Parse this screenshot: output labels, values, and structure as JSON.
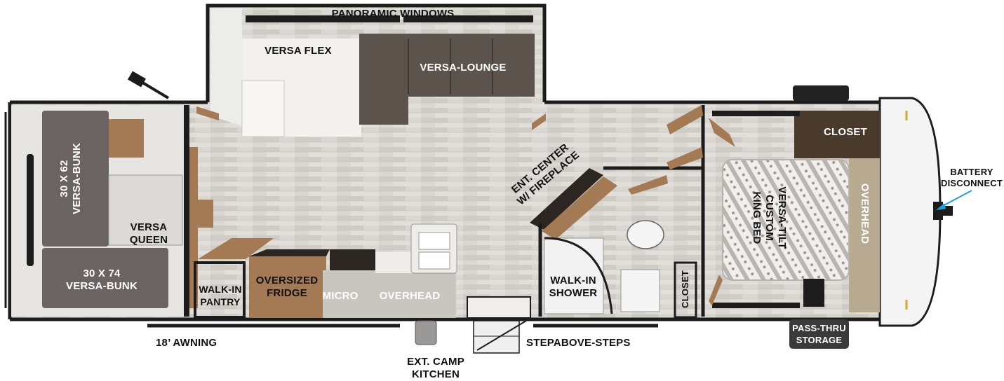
{
  "floorplan": {
    "labels": {
      "panoramic_windows": "PANORAMIC WINDOWS",
      "versa_flex": "VERSA FLEX",
      "versa_lounge": "VERSA-LOUNGE",
      "bunk_upper": "30 X 62\nVERSA-BUNK",
      "versa_queen": "VERSA\nQUEEN",
      "bunk_lower": "30 X 74\nVERSA-BUNK",
      "walk_in_pantry": "WALK-IN\nPANTRY",
      "oversized_fridge": "OVERSIZED\nFRIDGE",
      "micro": "MICRO",
      "overhead_kitchen": "OVERHEAD",
      "ent_center": "ENT. CENTER\nW/ FIREPLACE",
      "walk_in_shower": "WALK-IN\nSHOWER",
      "closet_bath": "CLOSET",
      "closet_bedroom": "CLOSET",
      "king_bed": "VERSA-TILT\nCUSTOM\nKING BED",
      "overhead_bedroom": "OVERHEAD",
      "battery_disconnect": "BATTERY\nDISCONNECT",
      "pass_thru_storage": "PASS-THRU\nSTORAGE",
      "awning": "18’ AWNING",
      "ext_camp_kitchen": "EXT. CAMP\nKITCHEN",
      "steps": "STEPABOVE-STEPS"
    },
    "colors": {
      "wall": "#1c1c1c",
      "floor": "#d9d6d1",
      "wood": "#a47a55",
      "dark_wood": "#4a3a2c",
      "sofa": "#5c544c",
      "bunk": "#6a6361",
      "counter": "#e9e7e3",
      "cap": "#f4f4f4",
      "arrow": "#1aa3e0",
      "storage_badge": "#3a3a3a"
    }
  }
}
